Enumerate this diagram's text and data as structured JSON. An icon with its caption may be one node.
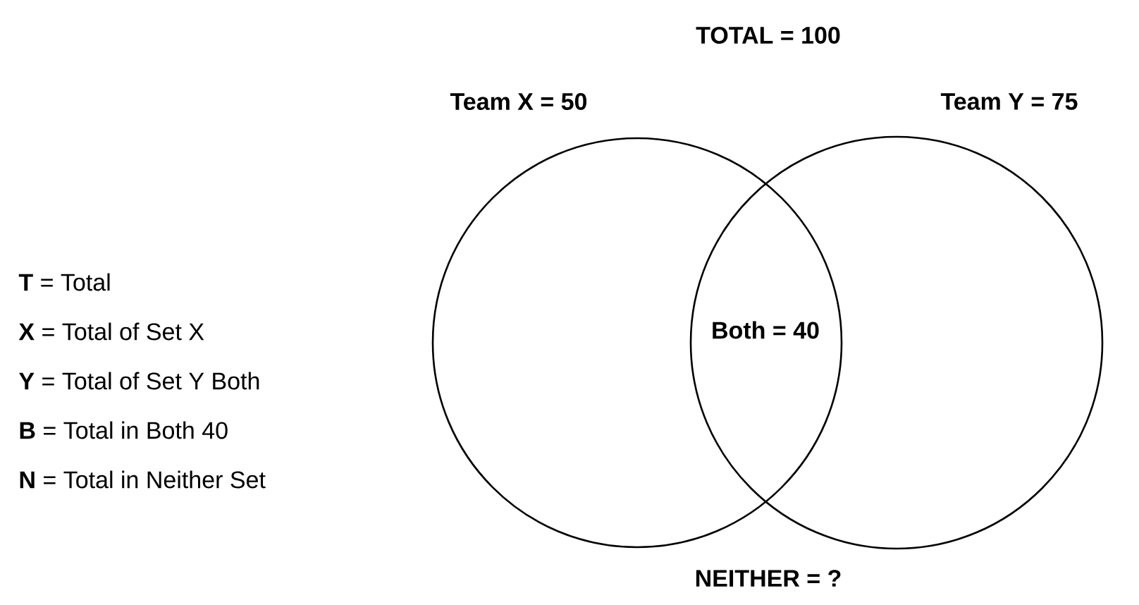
{
  "diagram": {
    "nodes": [
      {
        "text": [
          "Team X = 50"
        ]
      },
      {
        "text": [
          "Team Y = 75"
        ]
      }
    ],
    "labels": [
      "TOTAL = 100",
      "**T** = Total",
      "**X** = Total of Set X",
      "Both = 40",
      "**Y** = Total of Set Y Both",
      "**B** = Total in Both 40",
      "**N** = Total in Neither Set",
      "NEITHER = ?"
    ]
  }
}
